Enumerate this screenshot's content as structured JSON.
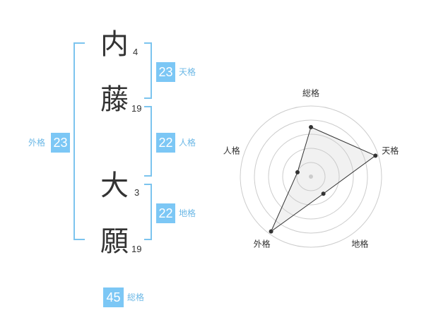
{
  "name_chars": [
    {
      "char": "内",
      "strokes": "4"
    },
    {
      "char": "藤",
      "strokes": "19"
    },
    {
      "char": "大",
      "strokes": "3"
    },
    {
      "char": "願",
      "strokes": "19"
    }
  ],
  "fortunes": {
    "tenkaku": {
      "label": "天格",
      "value": "23"
    },
    "jinkaku": {
      "label": "人格",
      "value": "22"
    },
    "chikaku": {
      "label": "地格",
      "value": "22"
    },
    "gaikaku": {
      "label": "外格",
      "value": "23"
    },
    "soukaku": {
      "label": "総格",
      "value": "45"
    }
  },
  "colors": {
    "accent": "#7cc7f5",
    "bracket": "#7cc4ee",
    "label": "#6cb8e6"
  },
  "chart_data": {
    "type": "radar",
    "axes": [
      "総格",
      "天格",
      "地格",
      "外格",
      "人格"
    ],
    "values": [
      3.5,
      4.8,
      1.5,
      4.8,
      1.0
    ],
    "max": 5,
    "rings": 5,
    "grid": true
  }
}
